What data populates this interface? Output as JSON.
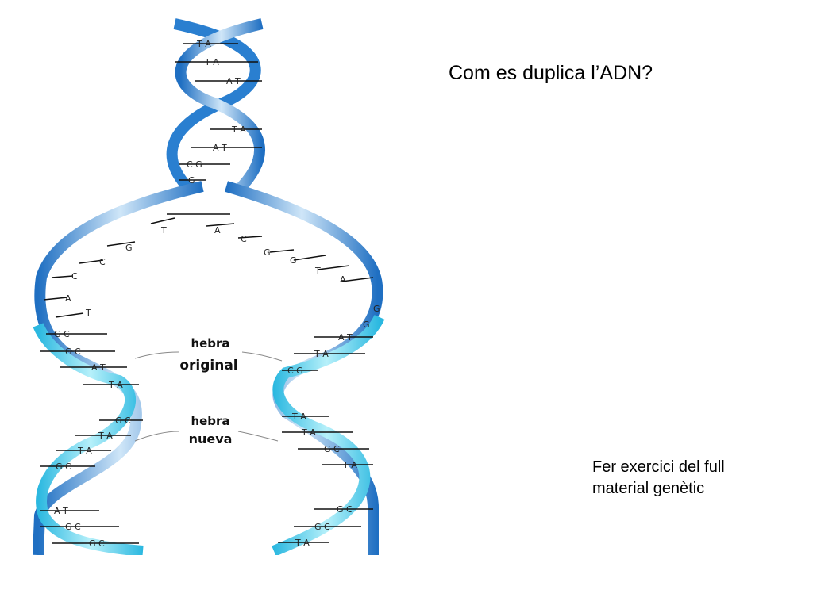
{
  "slide": {
    "title": "Com es duplica l’ADN?",
    "note_lines": [
      "Fer exercici del full",
      "material genètic"
    ]
  },
  "diagram": {
    "label_original": [
      "hebra",
      "original"
    ],
    "label_new": [
      "hebra",
      "nueva"
    ],
    "colors": {
      "original_strand": "#2a7fd0",
      "original_strand_light": "#cfe6f8",
      "new_strand": "#3ec3e6",
      "new_strand_light": "#a8ecf8",
      "base_lines": "#111111"
    },
    "top_pairs": [
      "T A",
      "T A",
      "A T",
      "T A",
      "A T",
      "C G",
      "G"
    ],
    "left_unpaired": [
      "T",
      "G",
      "C",
      "C",
      "A",
      "T"
    ],
    "right_unpaired": [
      "A",
      "C",
      "G",
      "G",
      "T",
      "A",
      "G",
      "G"
    ],
    "left_pairs": [
      "G C",
      "G C",
      "A T",
      "T A",
      "G C",
      "T A",
      "T A",
      "G C",
      "A T",
      "G C",
      "G C"
    ],
    "right_pairs": [
      "A T",
      "T A",
      "C G",
      "T A",
      "T A",
      "G C",
      "T A",
      "G C",
      "G C",
      "T A"
    ]
  }
}
